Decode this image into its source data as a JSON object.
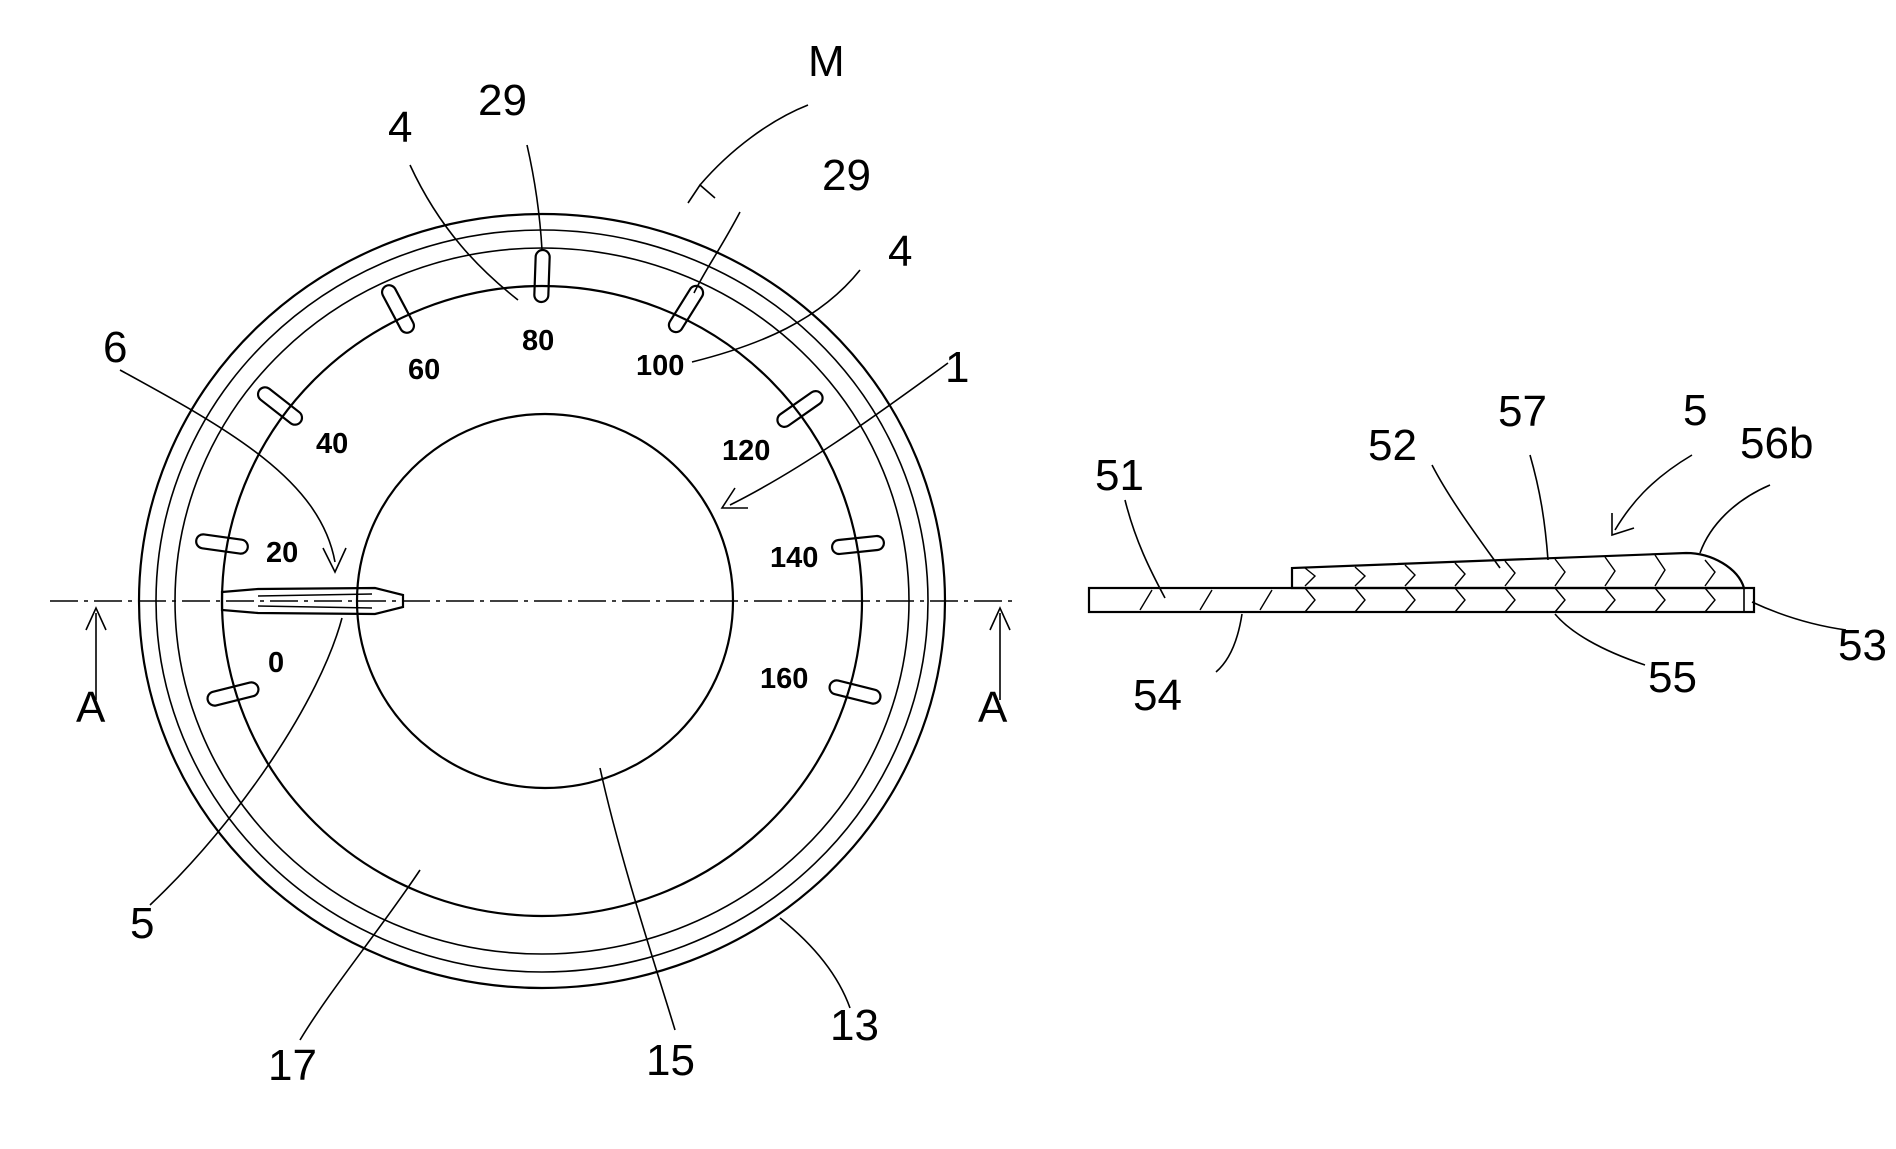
{
  "figure": {
    "dial_labels": [
      "0",
      "20",
      "40",
      "60",
      "80",
      "100",
      "120",
      "140",
      "160"
    ],
    "section_marks": {
      "left": "A",
      "right": "A"
    },
    "front_view_refs": {
      "device": "M",
      "pointer_mark_a": "29",
      "pointer_mark_b": "29",
      "scale_mark_a": "4",
      "scale_mark_b": "4",
      "pointer_ref": "6",
      "center_ref": "1",
      "needle_ref": "5",
      "outer_ring": "13",
      "center_disc": "15",
      "annulus": "17"
    },
    "side_view_refs": {
      "base": "51",
      "layer": "52",
      "top": "57",
      "part": "5",
      "end": "56b",
      "edge": "53",
      "bottom_left": "54",
      "bottom_right": "55"
    }
  }
}
